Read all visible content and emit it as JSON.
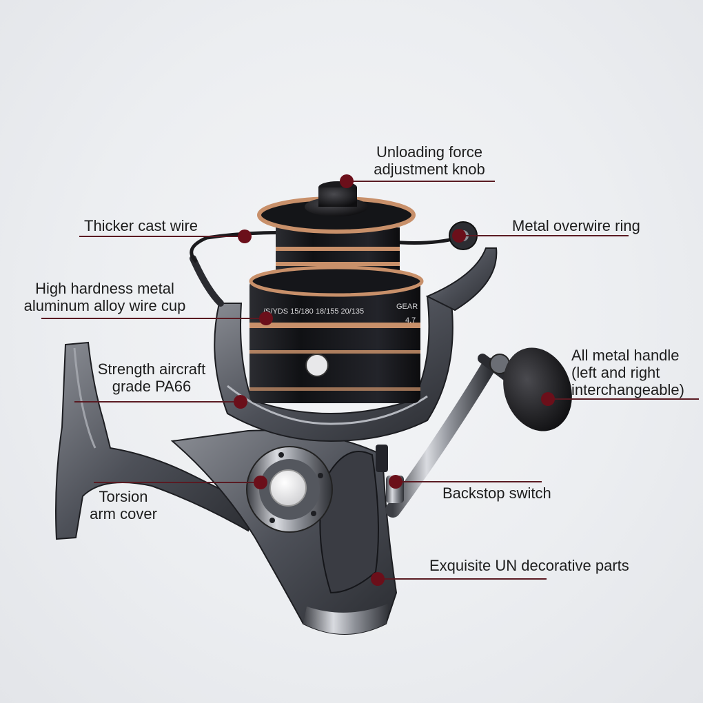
{
  "colors": {
    "leader_line": "#5a1a22",
    "callout_dot": "#6b0f1a",
    "label_text": "#1d1d1d",
    "background": "#eceef1",
    "reel_dark": "#1b1c20",
    "reel_gray": "#5d6068",
    "accent_copper": "#c8906a"
  },
  "reel": {
    "spool_line_capacity": "/S/YDS  15/180   18/155   20/135",
    "gear_label": "GEAR",
    "gear_value": "4.7"
  },
  "callouts": {
    "unloading_force": {
      "line1": "Unloading force",
      "line2": "adjustment knob"
    },
    "cast_wire": {
      "line1": "Thicker cast wire"
    },
    "overwire_ring": {
      "line1": "Metal overwire ring"
    },
    "wire_cup": {
      "line1": "High hardness metal",
      "line2": "aluminum alloy wire cup"
    },
    "pa66": {
      "line1": "Strength aircraft",
      "line2": "grade PA66"
    },
    "handle": {
      "line1": "All metal handle",
      "line2": "(left and right",
      "line3": "interchangeable)"
    },
    "torsion": {
      "line1": "Torsion",
      "line2": "arm cover"
    },
    "backstop": {
      "line1": "Backstop switch"
    },
    "decorative": {
      "line1": "Exquisite UN decorative parts"
    }
  }
}
